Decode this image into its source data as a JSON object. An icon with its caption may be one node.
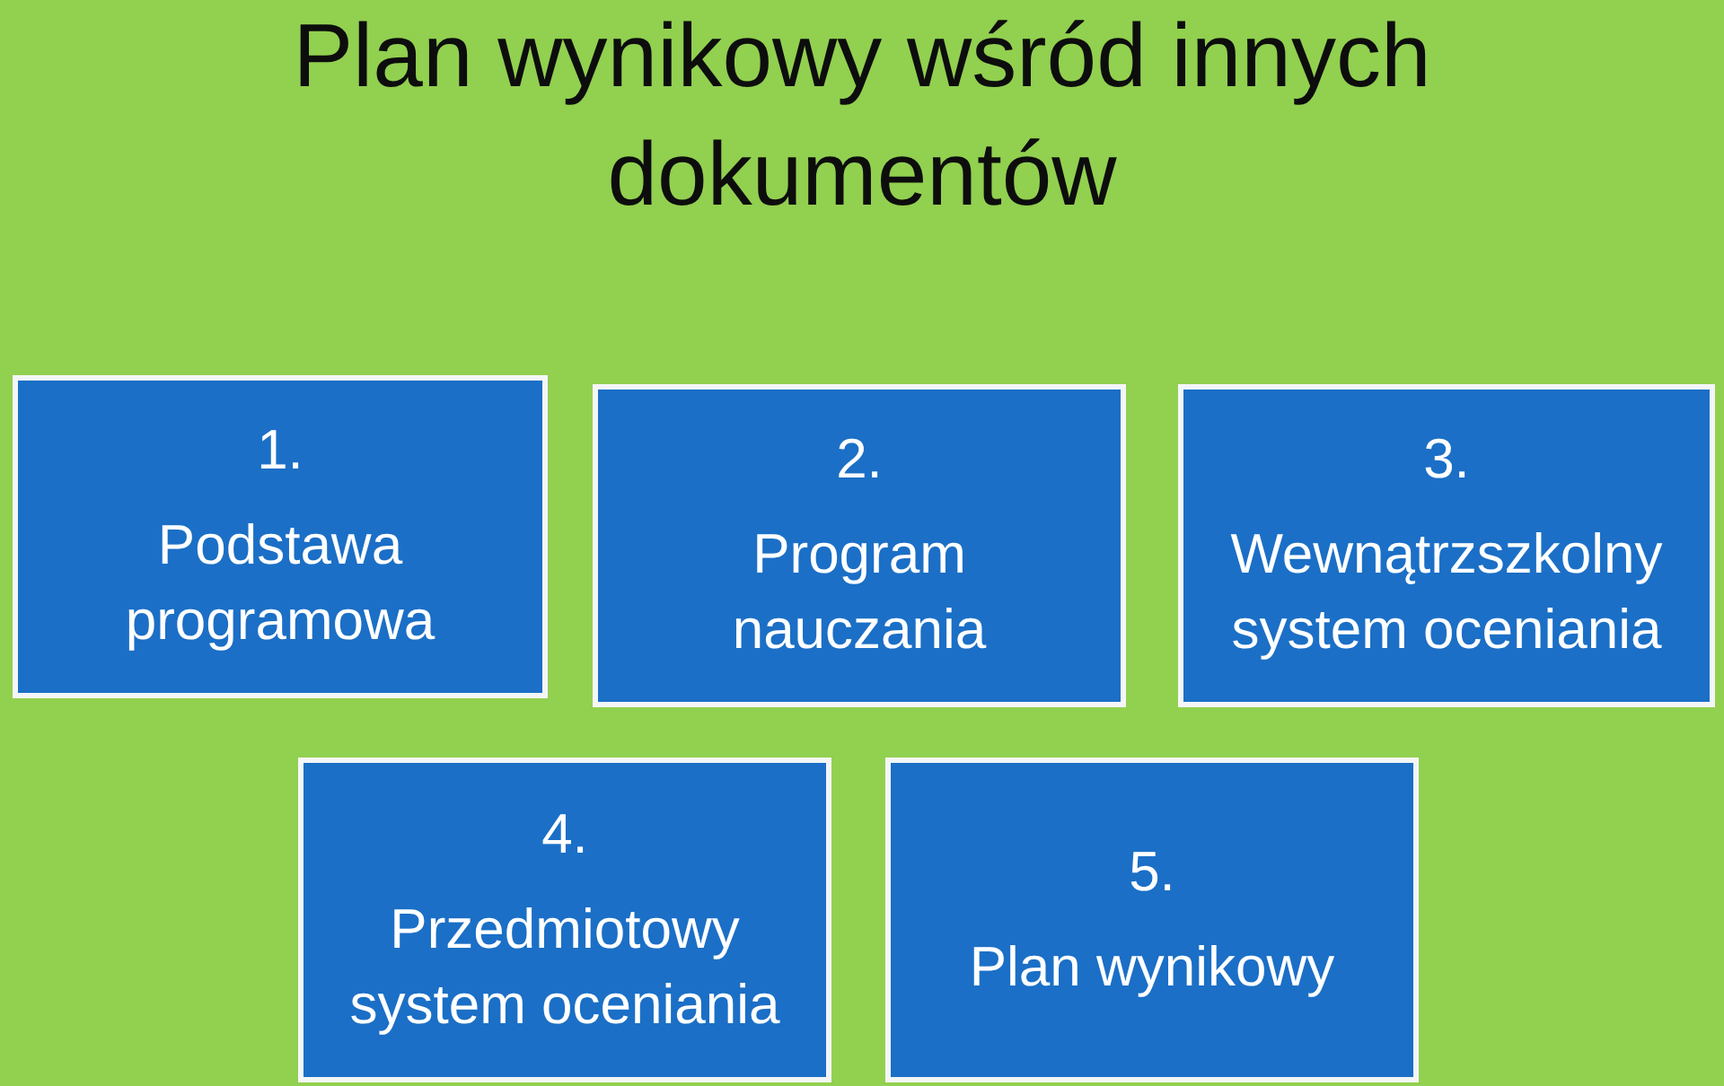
{
  "diagram": {
    "title": "Plan wynikowy wśród innych dokumentów",
    "nodes": [
      {
        "text": [
          "1.",
          "Podstawa programowa"
        ]
      },
      {
        "text": [
          "2.",
          "Program nauczania"
        ]
      },
      {
        "text": [
          "3.",
          "Wewnątrzszkolny system oceniania"
        ]
      },
      {
        "text": [
          "4.",
          "Przedmiotowy system oceniania"
        ]
      },
      {
        "text": [
          "5.",
          "Plan wynikowy"
        ]
      }
    ]
  }
}
